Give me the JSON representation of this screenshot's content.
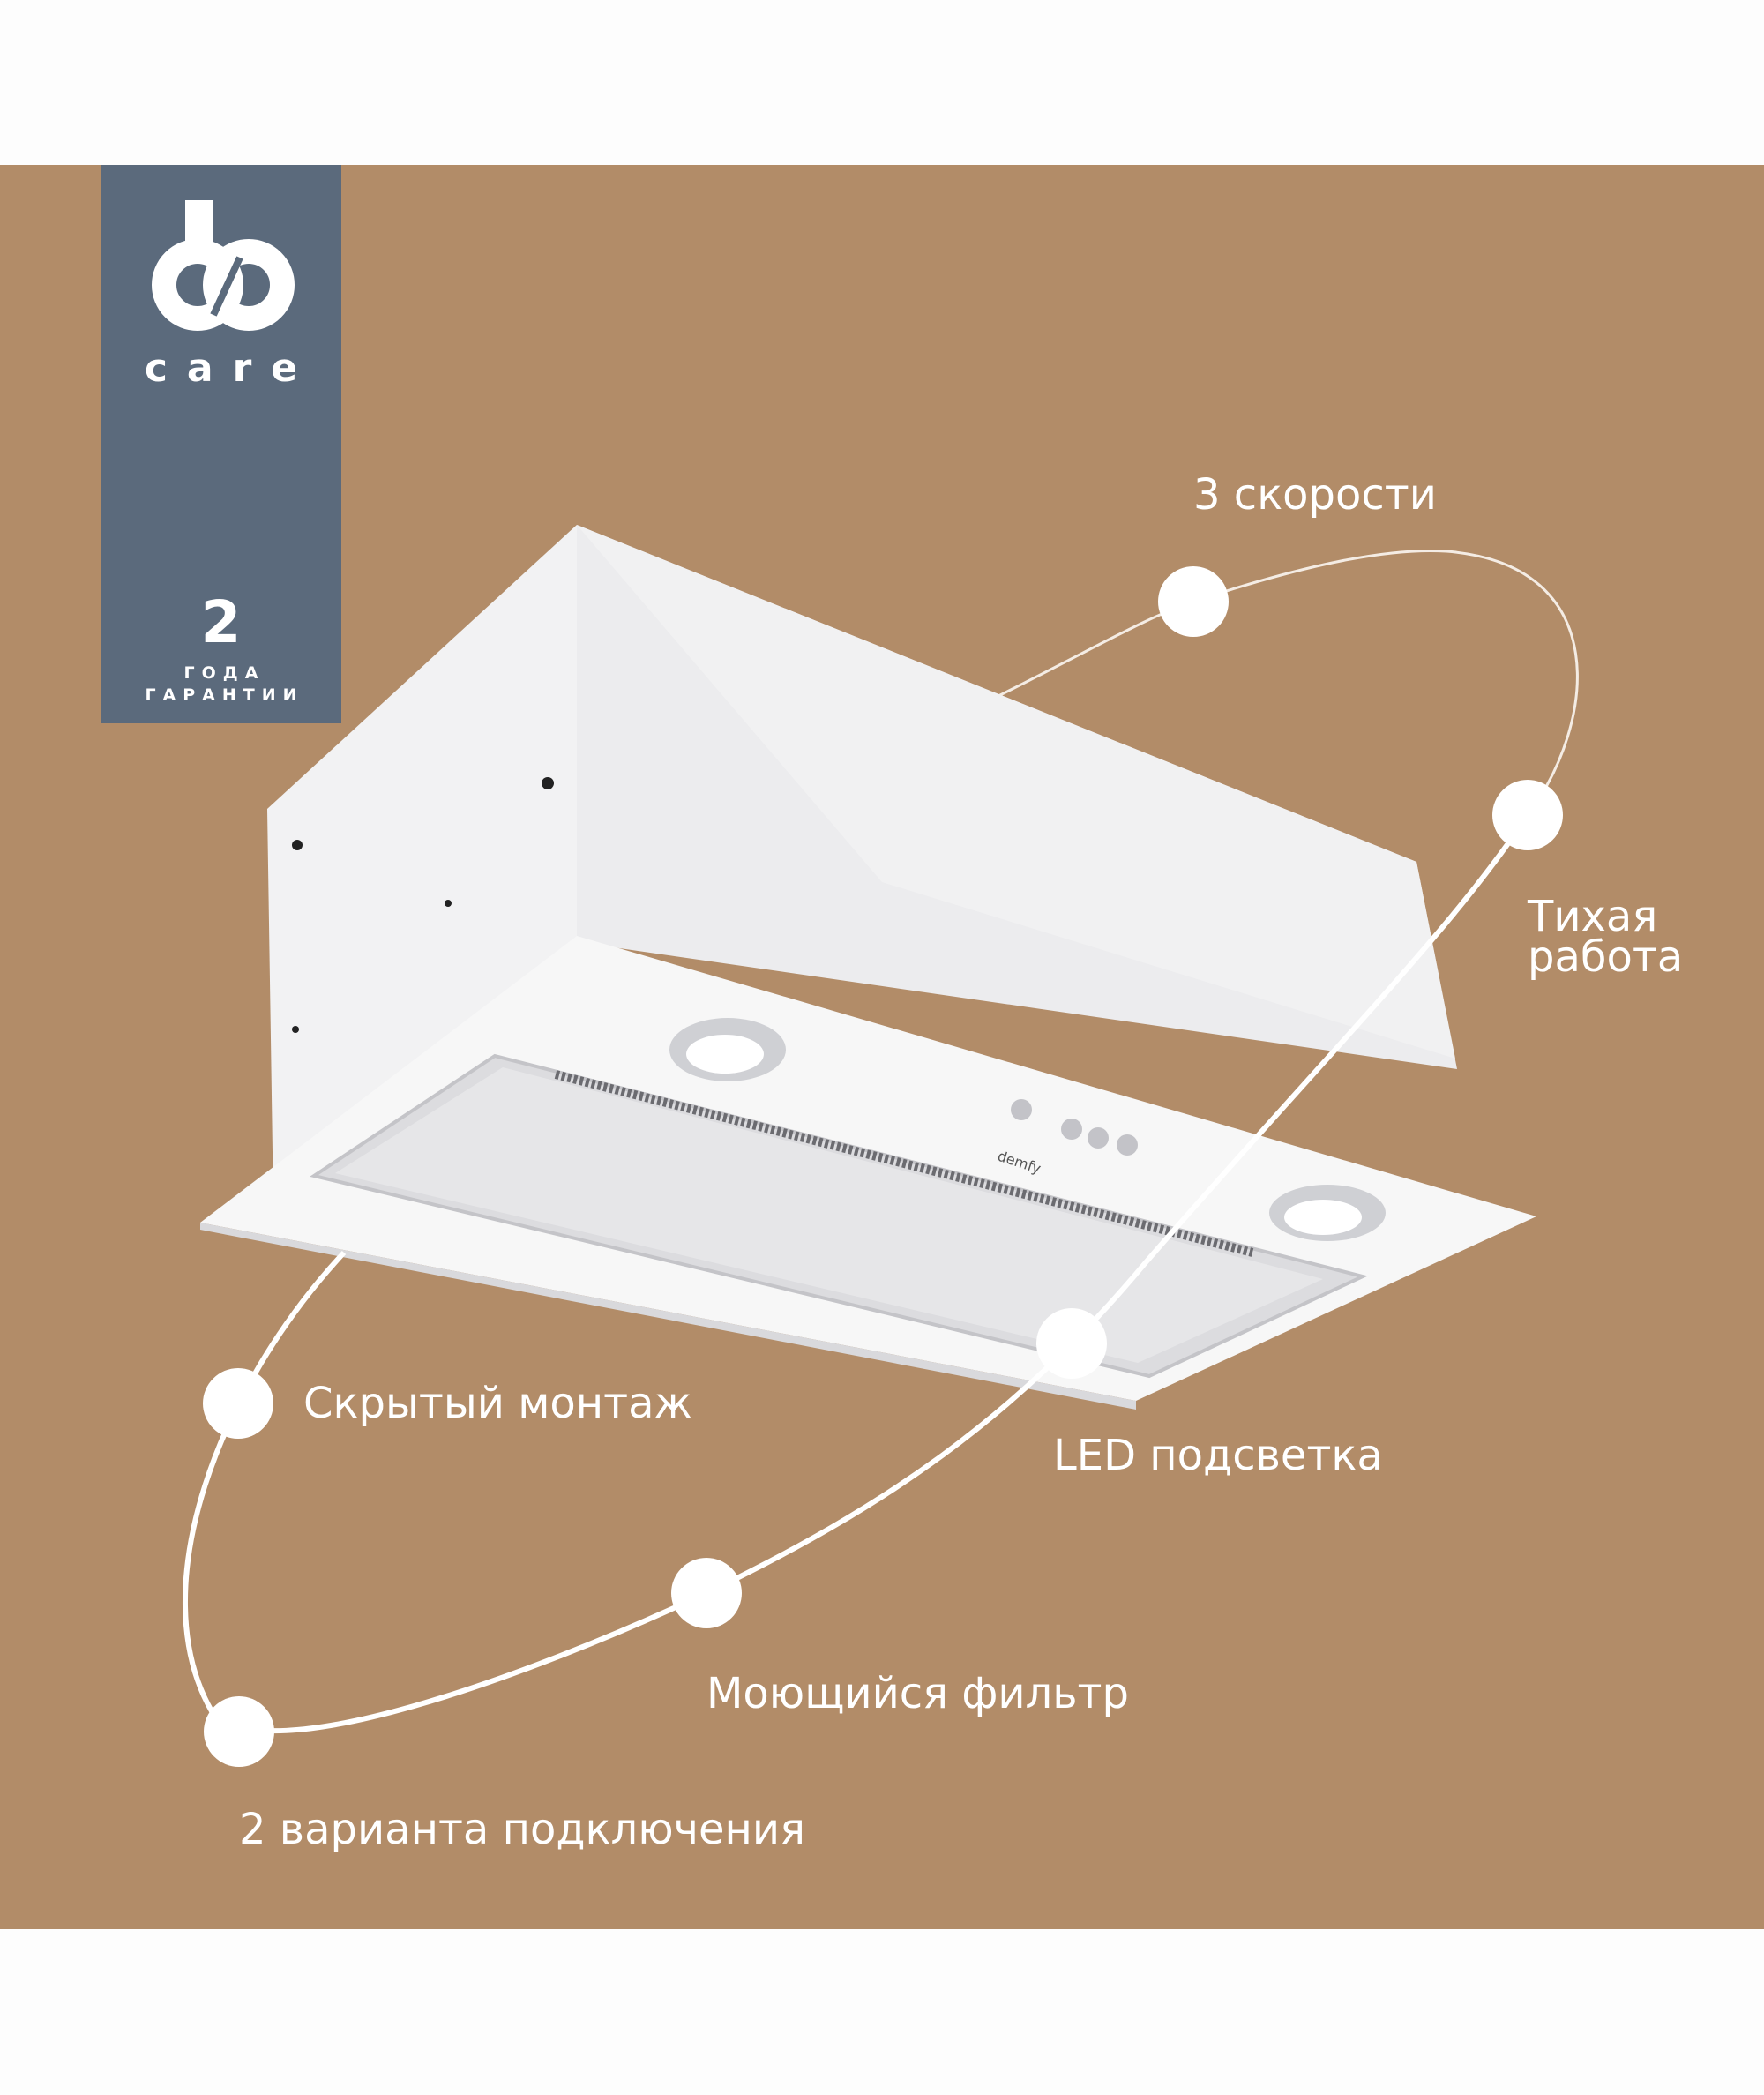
{
  "badge": {
    "brand": "care",
    "years": "2",
    "line1": "ГОДА",
    "line2": "ГАРАНТИИ"
  },
  "product": {
    "logo": "demfy"
  },
  "features": [
    {
      "label": "3 скорости"
    },
    {
      "label_line1": "Тихая",
      "label_line2": "работа"
    },
    {
      "label": "LED подсветка"
    },
    {
      "label": "Скрытый монтаж"
    },
    {
      "label": "Моющийся фильтр"
    },
    {
      "label": "2 варианта подключения"
    }
  ],
  "colors": {
    "background": "#b28c68",
    "badge": "#5b6a7c",
    "accent": "#ffffff"
  }
}
